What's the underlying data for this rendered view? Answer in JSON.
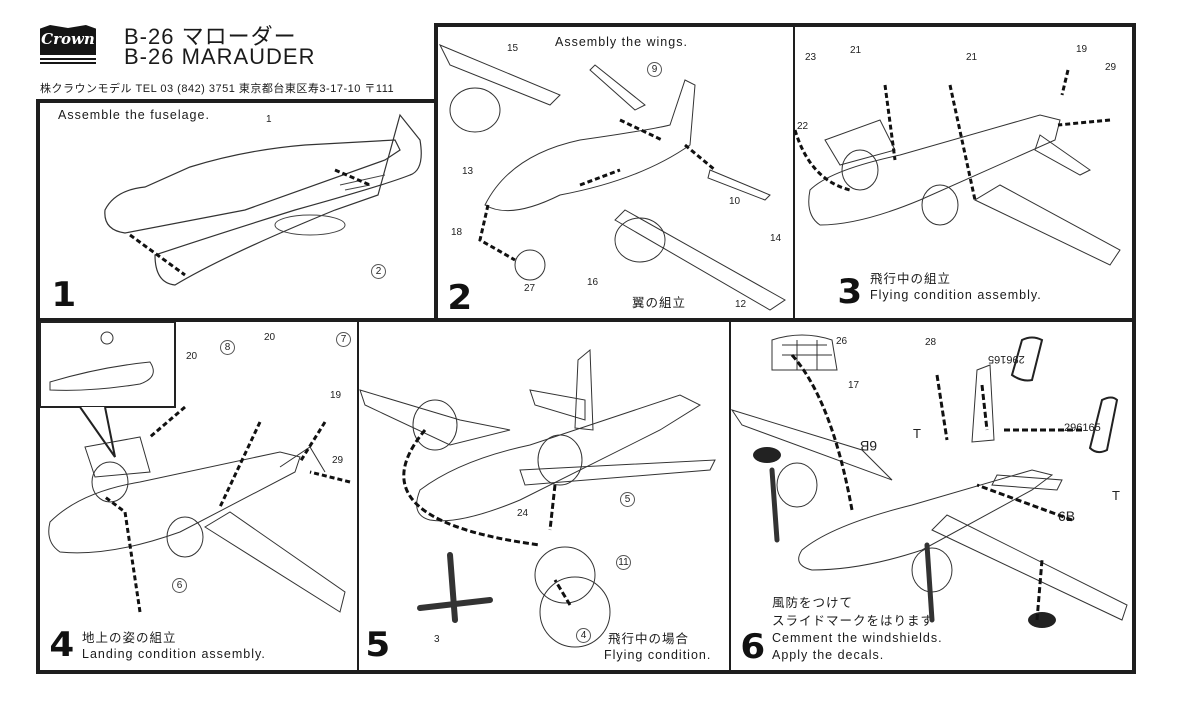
{
  "header": {
    "brand_logo": "Crown",
    "title_jp": "B-26  マローダー",
    "title_en": "B-26  MARAUDER",
    "company_line": "株クラウンモデル   TEL 03 (842) 3751   東京都台東区寿3-17-10   〒111"
  },
  "steps": [
    {
      "number": "1",
      "caption_en": "Assemble the fuselage.",
      "caption_jp": "",
      "parts": [
        "1",
        "2"
      ]
    },
    {
      "number": "2",
      "caption_en": "Assembly the wings.",
      "caption_jp": "翼の組立",
      "parts": [
        "15",
        "9",
        "13",
        "10",
        "18",
        "27",
        "16",
        "14",
        "12"
      ]
    },
    {
      "number": "3",
      "caption_en": "Flying condition assembly.",
      "caption_jp": "飛行中の組立",
      "parts": [
        "23",
        "21",
        "21",
        "19",
        "29",
        "22"
      ]
    },
    {
      "number": "4",
      "caption_en": "Landing condition assembly.",
      "caption_jp": "地上の姿の組立",
      "parts": [
        "20",
        "8",
        "20",
        "7",
        "19",
        "29",
        "6"
      ]
    },
    {
      "number": "5",
      "caption_en": "Flying condition.",
      "caption_jp": "飛行中の場合",
      "parts": [
        "24",
        "5",
        "11",
        "3",
        "4"
      ]
    },
    {
      "number": "6",
      "caption_en_1": "Cemment the windshields.",
      "caption_en_2": "Apply the decals.",
      "caption_jp_1": "風防をつけて",
      "caption_jp_2": "スライドマークをはります",
      "parts": [
        "26",
        "28",
        "17"
      ],
      "decal_texts": [
        "296165",
        "296165",
        "6B",
        "6B",
        "T",
        "T"
      ]
    }
  ]
}
